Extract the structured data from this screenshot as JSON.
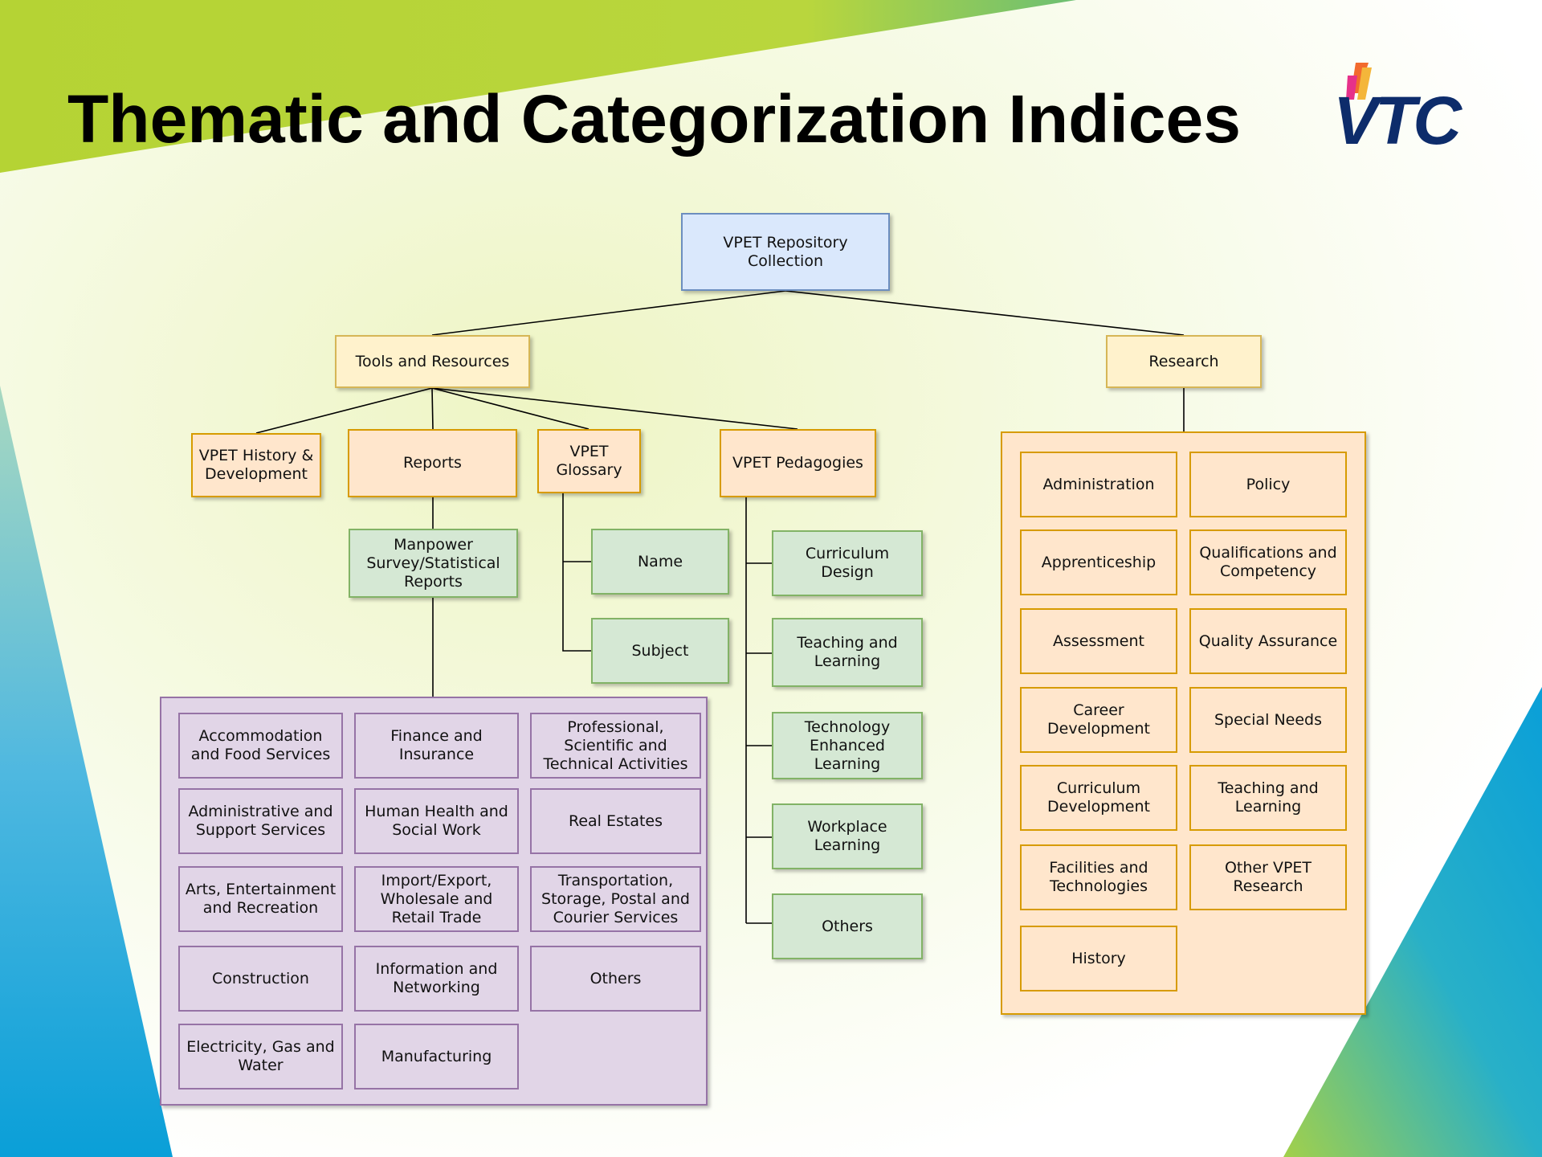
{
  "title": "Thematic and Categorization Indices",
  "logo": "VTC",
  "colors": {
    "root": "#dae8fc",
    "level1": "#fff2cc",
    "level2": "#ffe6cc",
    "leaf": "#d5e8d4",
    "industry": "#e1d5e7"
  },
  "tree": {
    "root": "VPET Repository\nCollection",
    "tools": {
      "label": "Tools and Resources",
      "history": "VPET History &\nDevelopment",
      "reports": {
        "label": "Reports",
        "manpower": "Manpower\nSurvey/Statistical\nReports",
        "industries": [
          "Accommodation\nand Food Services",
          "Finance and\nInsurance",
          "Professional,\nScientific and\nTechnical Activities",
          "Administrative and\nSupport Services",
          "Human Health and\nSocial Work",
          "Real Estates",
          "Arts, Entertainment\nand Recreation",
          "Import/Export,\nWholesale and\nRetail Trade",
          "Transportation,\nStorage, Postal and\nCourier Services",
          "Construction",
          "Information and\nNetworking",
          "Others",
          "Electricity, Gas and\nWater",
          "Manufacturing"
        ]
      },
      "glossary": {
        "label": "VPET\nGlossary",
        "items": [
          "Name",
          "Subject"
        ]
      },
      "pedagogies": {
        "label": "VPET Pedagogies",
        "items": [
          "Curriculum\nDesign",
          "Teaching and\nLearning",
          "Technology\nEnhanced\nLearning",
          "Workplace\nLearning",
          "Others"
        ]
      }
    },
    "research": {
      "label": "Research",
      "items": [
        "Administration",
        "Policy",
        "Apprenticeship",
        "Qualifications and\nCompetency",
        "Assessment",
        "Quality Assurance",
        "Career\nDevelopment",
        "Special Needs",
        "Curriculum\nDevelopment",
        "Teaching and\nLearning",
        "Facilities and\nTechnologies",
        "Other VPET\nResearch",
        "History"
      ]
    }
  }
}
